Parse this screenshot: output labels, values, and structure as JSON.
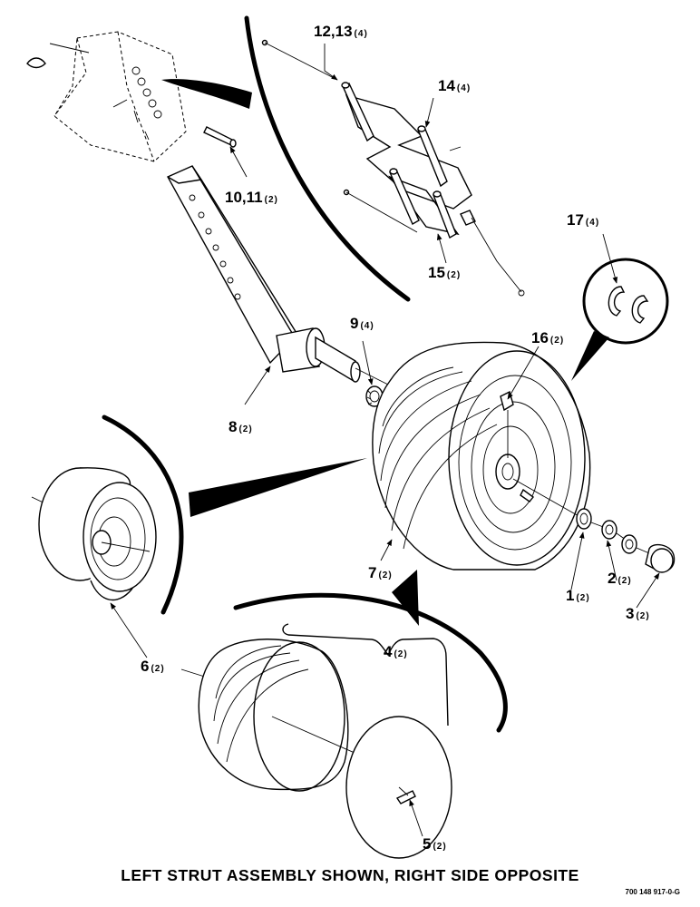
{
  "caption": "LEFT STRUT ASSEMBLY SHOWN, RIGHT SIDE OPPOSITE",
  "drawing_number": "700 148 917-0-G",
  "callouts": [
    {
      "id": "1",
      "qty": "(2)"
    },
    {
      "id": "2",
      "qty": "(2)"
    },
    {
      "id": "3",
      "qty": "(2)"
    },
    {
      "id": "4",
      "qty": "(2)"
    },
    {
      "id": "5",
      "qty": "(2)"
    },
    {
      "id": "6",
      "qty": "(2)"
    },
    {
      "id": "7",
      "qty": "(2)"
    },
    {
      "id": "8",
      "qty": "(2)"
    },
    {
      "id": "9",
      "qty": "(4)"
    },
    {
      "id": "10,11",
      "qty": "(2)"
    },
    {
      "id": "12,13",
      "qty": "(4)"
    },
    {
      "id": "14",
      "qty": "(4)"
    },
    {
      "id": "15",
      "qty": "(2)"
    },
    {
      "id": "16",
      "qty": "(2)"
    },
    {
      "id": "17",
      "qty": "(4)"
    }
  ]
}
